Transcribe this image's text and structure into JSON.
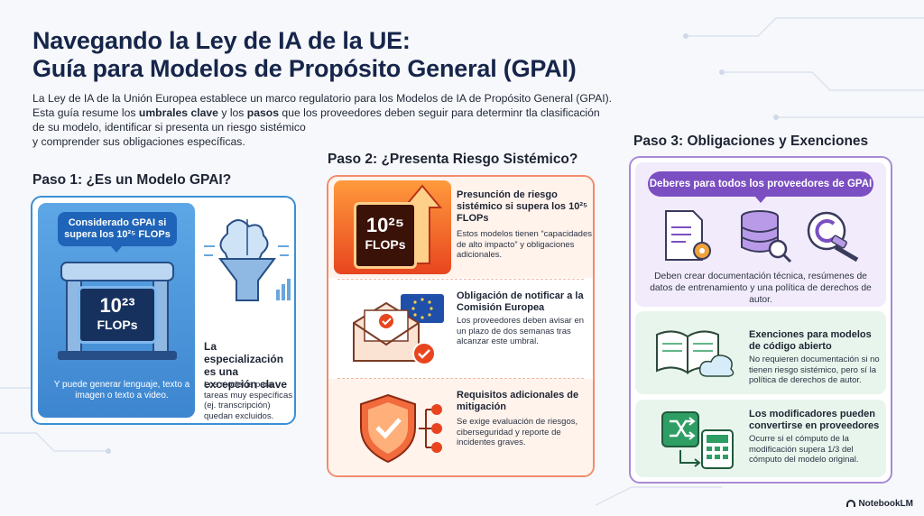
{
  "title": {
    "line1": "Navegando la Ley de IA de la UE:",
    "line2": "Guía para Modelos de Propósito General (GPAI)"
  },
  "intro": {
    "p1": "La Ley de IA de la Unión Europea establece un marco regulatorio para los Modelos de IA de Propósito General (GPAI).",
    "p2a": "Esta guía resume los ",
    "p2b": "umbrales clave",
    "p2c": " y los ",
    "p2d": "pasos",
    "p2e": " que los proveedores deben seguir para determinr tla clasificación",
    "p3": "de su modelo, identificar si presenta un riesgo sistémico",
    "p4": "y comprender sus obligaciones específicas."
  },
  "step1": {
    "title": "Paso 1: ¿Es un Modelo GPAI?",
    "bubble": "Considerado GPAI si supera los 10²⁵ FLOPs",
    "chip_num": "10²³",
    "chip_unit": "FLOPs",
    "caption": "Y puede generar lenguaje, texto a imagen o texto a video.",
    "heading": "La especialización es una excepción clave",
    "text": "Los modelos para tareas muy específicas (ej. transcripción) quedan excluidos."
  },
  "step2": {
    "title": "Paso 2: ¿Presenta Riesgo Sistémico?",
    "chip_num": "10²⁵",
    "chip_unit": "FLOPs",
    "rows": [
      {
        "heading": "Presunción de riesgo sistémico si supera los 10²⁵ FLOPs",
        "text": "Estos modelos tienen “capacidades de alto impacto” y obligaciones adicionales."
      },
      {
        "heading": "Obligación de notificar a la Comisión Europea",
        "text": "Los proveedores deben avisar en un plazo de dos semanas tras alcanzar este umbral."
      },
      {
        "heading": "Requisitos adicionales de mitigación",
        "text": "Se exige evaluación de riesgos, ciberseguridad y reporte de incidentes graves."
      }
    ]
  },
  "step3": {
    "title": "Paso 3: Obligaciones y Exenciones",
    "pill": "Deberes para todos los proveedores de GPAI",
    "duties_text": "Deben crear documentación técnica, resúmenes de datos de entrenamiento y una política de derechos de autor.",
    "boxes": [
      {
        "heading": "Exenciones para modelos de código abierto",
        "text": "No requieren documentación si no tienen riesgo sistémico, pero sí la política de derechos de autor."
      },
      {
        "heading": "Los modificadores pueden convertirse en proveedores",
        "text": "Ocurre si el cómputo de la modificación supera 1/3 del cómputo del modelo original."
      }
    ]
  },
  "brand": "NotebookLM",
  "colors": {
    "navy": "#16254a",
    "blue": "#3b8fd6",
    "orange": "#f28b6c",
    "purple": "#7b4fc2",
    "green": "#2f9e64"
  }
}
